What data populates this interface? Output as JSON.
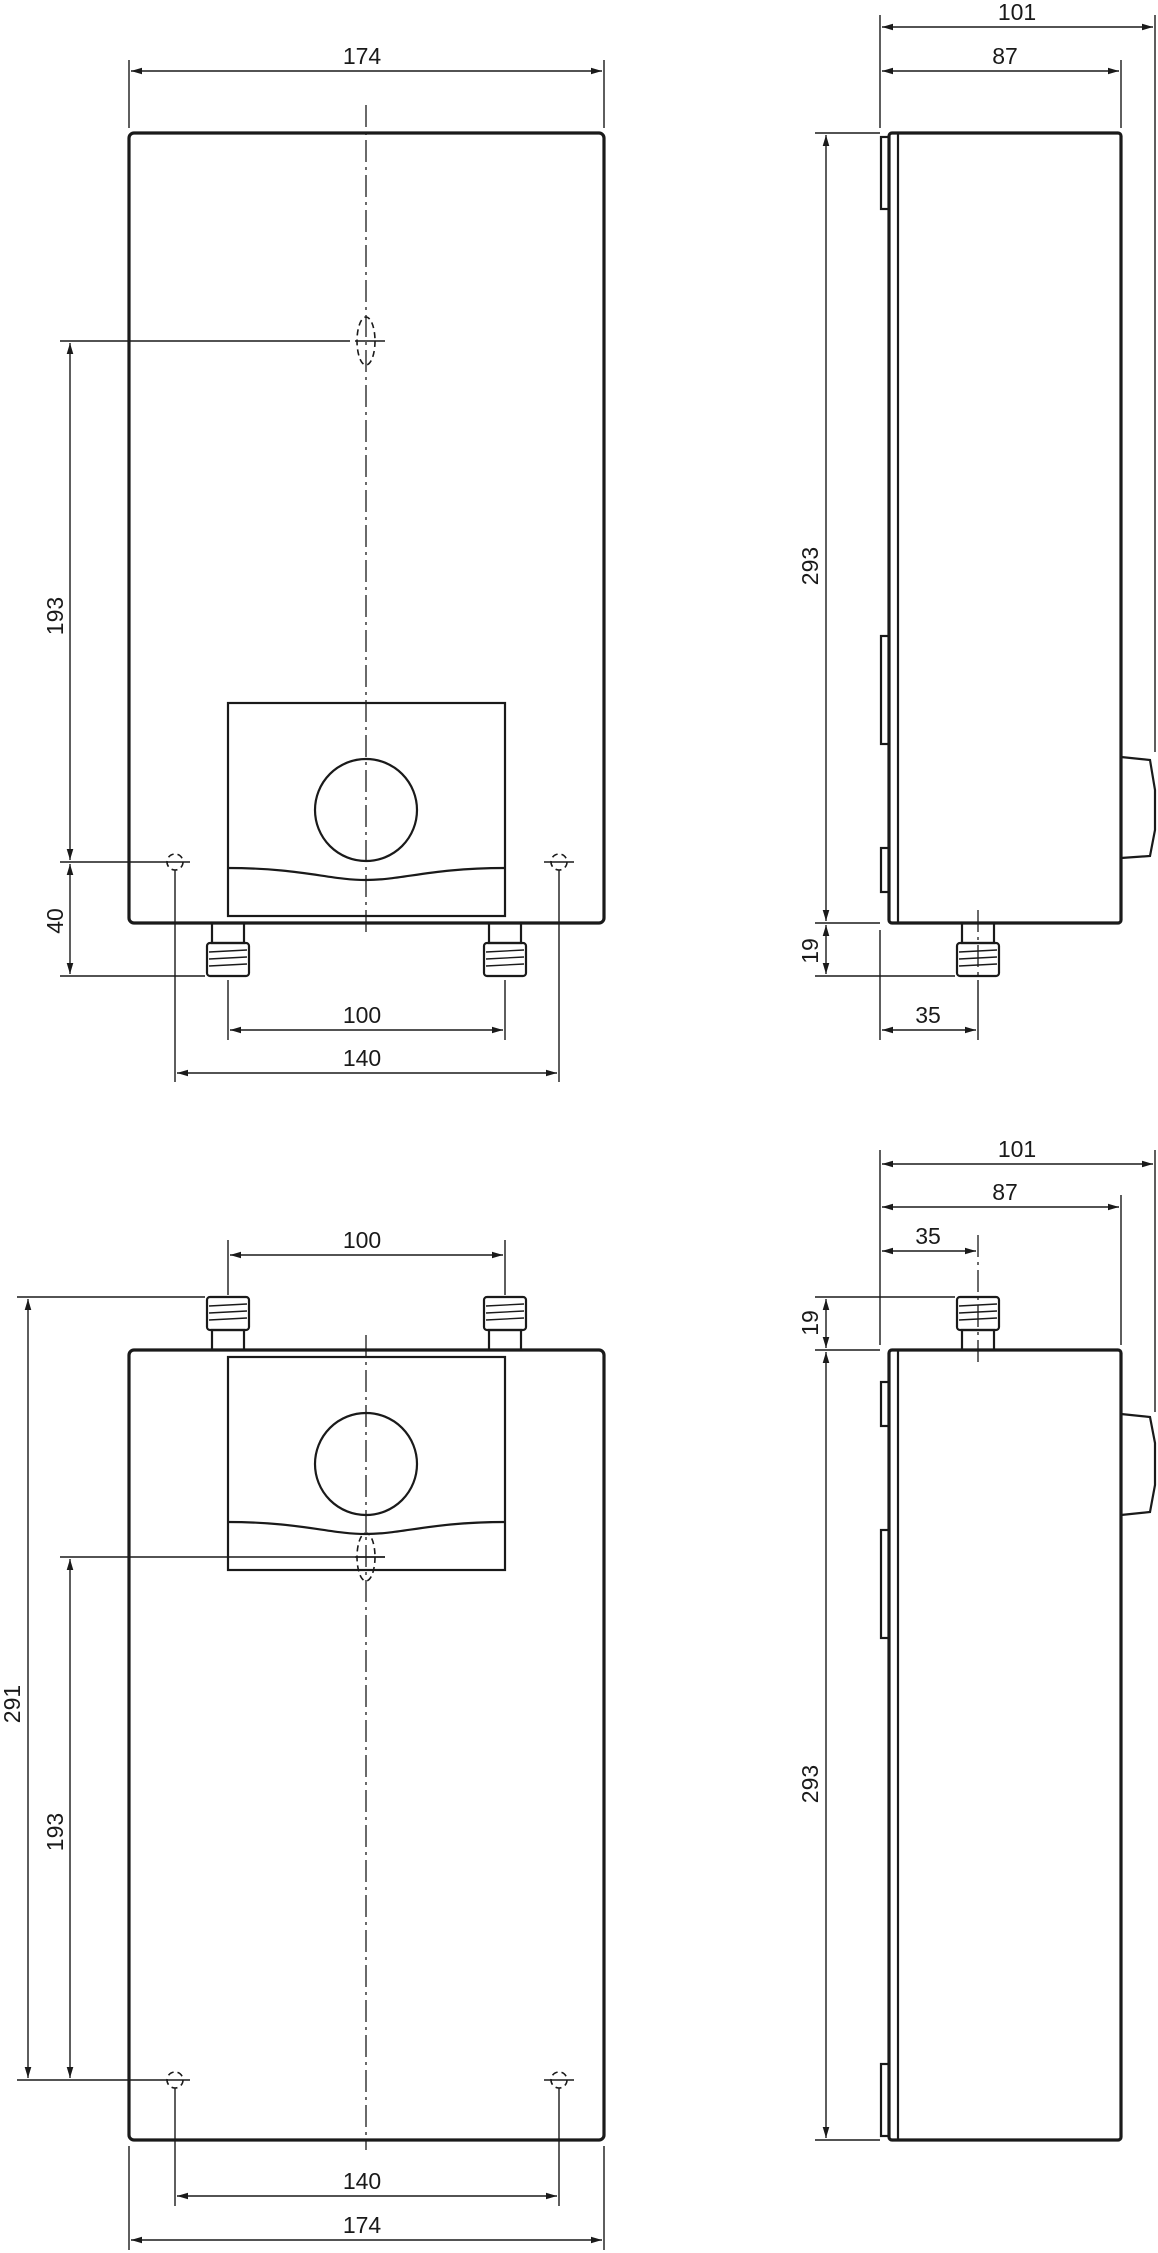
{
  "views": {
    "top_front": {
      "dims": {
        "width": "174",
        "mount_height": "193",
        "bottom_offset": "40",
        "pipe_spacing": "100",
        "mount_spacing": "140"
      }
    },
    "top_side": {
      "dims": {
        "overall_depth": "101",
        "body_depth": "87",
        "height": "293",
        "pipe_length": "19",
        "pipe_offset": "35"
      }
    },
    "bottom_front": {
      "dims": {
        "pipe_spacing": "100",
        "overall_height": "291",
        "mount_height": "193",
        "mount_spacing": "140",
        "width": "174"
      }
    },
    "bottom_side": {
      "dims": {
        "overall_depth": "101",
        "body_depth": "87",
        "pipe_offset": "35",
        "pipe_length": "19",
        "height": "293"
      }
    }
  }
}
